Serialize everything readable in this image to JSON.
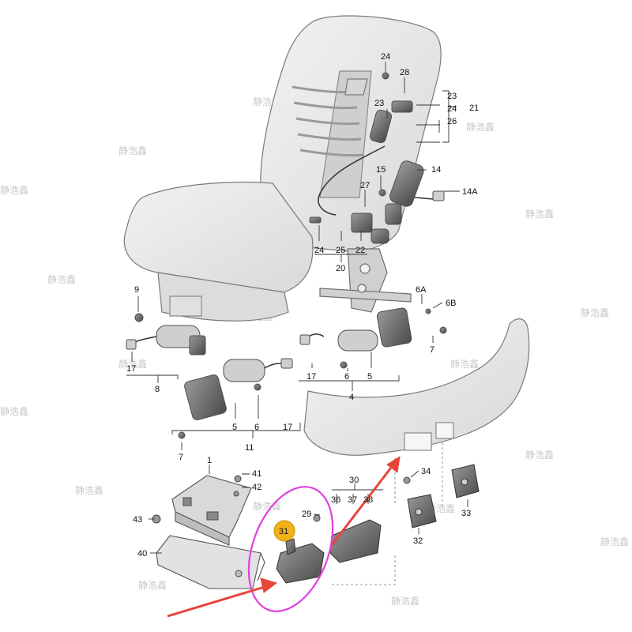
{
  "labels": {
    "l24a": "24",
    "l28": "28",
    "l23a": "23",
    "l23b": "23",
    "l24b": "24",
    "l21": "21",
    "l26": "26",
    "l14": "14",
    "l15": "15",
    "l14A": "14A",
    "l27": "27",
    "l24c": "24",
    "l25": "25",
    "l22": "22",
    "l20": "20",
    "l9": "9",
    "l17a": "17",
    "l8": "8",
    "l6A": "6A",
    "l6B": "6B",
    "l7a": "7",
    "l17b": "17",
    "l6a": "6",
    "l5a": "5",
    "l4": "4",
    "l5b": "5",
    "l6b": "6",
    "l17c": "17",
    "l11": "11",
    "l7b": "7",
    "l1": "1",
    "l41": "41",
    "l42": "42",
    "l43": "43",
    "l40": "40",
    "l30": "30",
    "l29": "29",
    "l36": "36",
    "l37": "37",
    "l38": "38",
    "l31": "31",
    "l34": "34",
    "l32": "32",
    "l33": "33"
  },
  "watermark": "静浩鑫",
  "colors": {
    "highlight_circle": "#e040e0",
    "arrow": "#e8443a",
    "callout_badge": "#f2b21a",
    "outline": "#7a7a7a",
    "seat_fill": "#e9e9ea"
  }
}
